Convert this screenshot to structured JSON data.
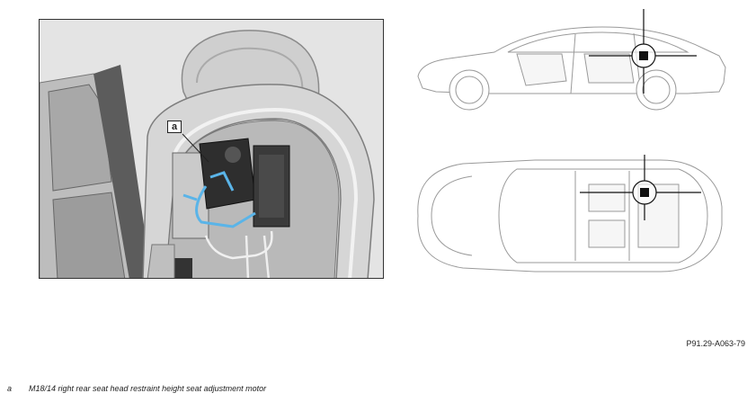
{
  "figure": {
    "callout_label": "a",
    "reference_code": "P91.29-A063-79"
  },
  "legend": {
    "items": [
      {
        "key": "a",
        "text": "M18/14 right rear seat head restraint height seat adjustment motor"
      }
    ]
  },
  "colors": {
    "wiring_highlight": "#5ab4e8",
    "line_art": "#9a9a9a",
    "frame_border": "#333333"
  }
}
